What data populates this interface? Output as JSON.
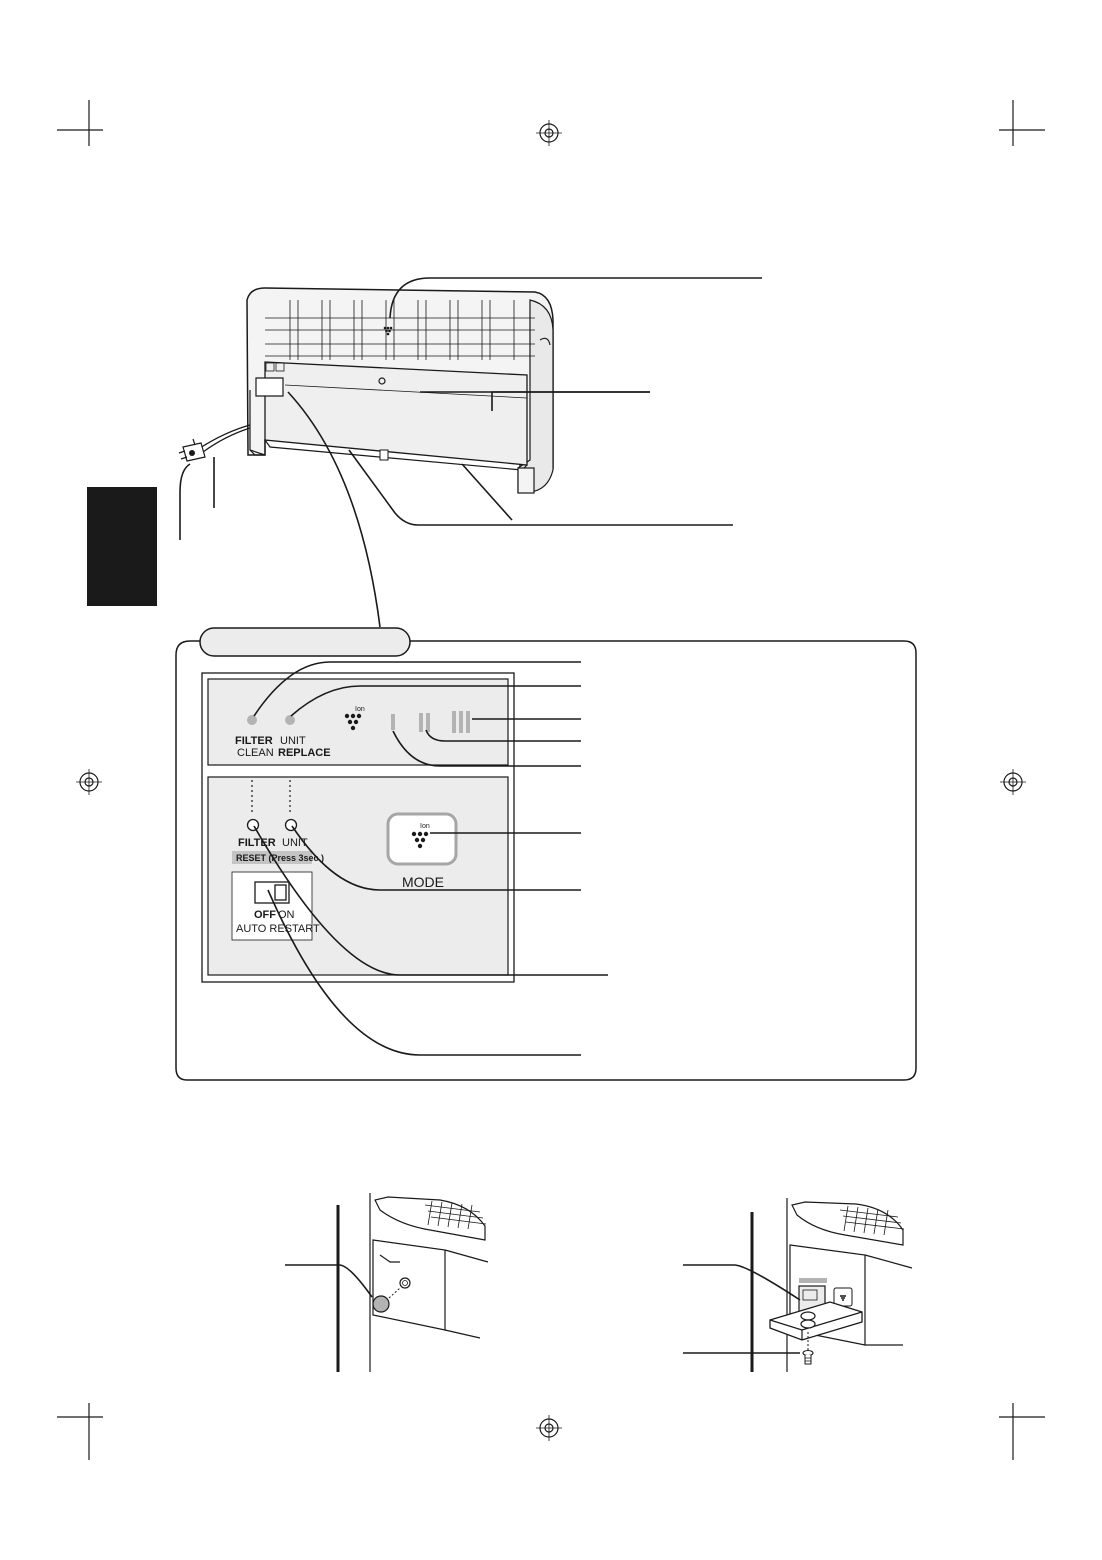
{
  "panel": {
    "labels": {
      "filter_clean_1": "FILTER",
      "filter_clean_2": "CLEAN",
      "unit_replace_1": "UNIT",
      "unit_replace_2": "REPLACE",
      "ion": "Ion",
      "filter_btn": "FILTER",
      "unit_btn": "UNIT",
      "reset": "RESET (Press 3sec.)",
      "mode": "MODE",
      "off": "OFF",
      "on": "ON",
      "auto_restart": "AUTO RESTART"
    }
  },
  "colors": {
    "panel_bg": "#ececec",
    "indicator": "#b3b3b3",
    "side_tab": "#1a1a1a",
    "mode_frame": "#a6a6a6"
  },
  "icons": [
    "registration-mark-icon",
    "plasmacluster-ion-icon",
    "power-plug-icon",
    "screw-icon"
  ]
}
